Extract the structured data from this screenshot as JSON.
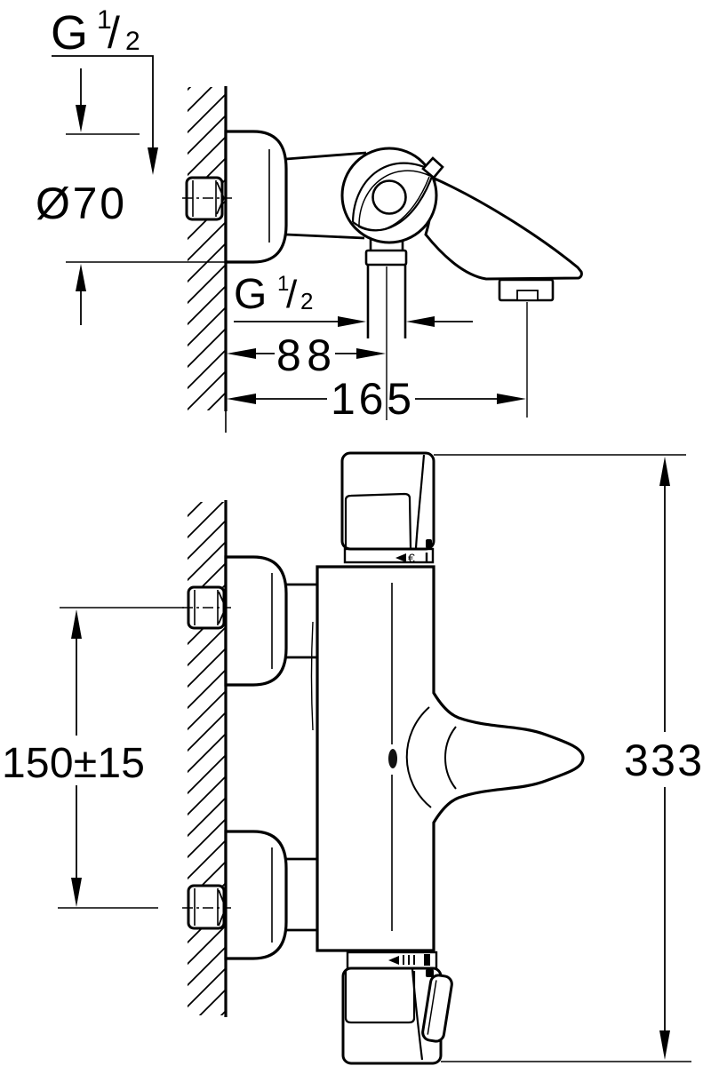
{
  "style": {
    "line_color": "#000000",
    "background": "#ffffff"
  },
  "side_view": {
    "wall_thread_label": {
      "prefix": "G",
      "numerator": "1",
      "slash": "/",
      "denominator": "2"
    },
    "escutcheon_diameter": "Ø70",
    "outlet_thread_label": {
      "prefix": "G",
      "numerator": "1",
      "slash": "/",
      "denominator": "2"
    },
    "wall_to_outlet": "88",
    "wall_to_spout_tip": "165"
  },
  "plan_view": {
    "connection_spacing": "150±15",
    "overall_length": "333",
    "collar_mark_glyph": "€"
  }
}
